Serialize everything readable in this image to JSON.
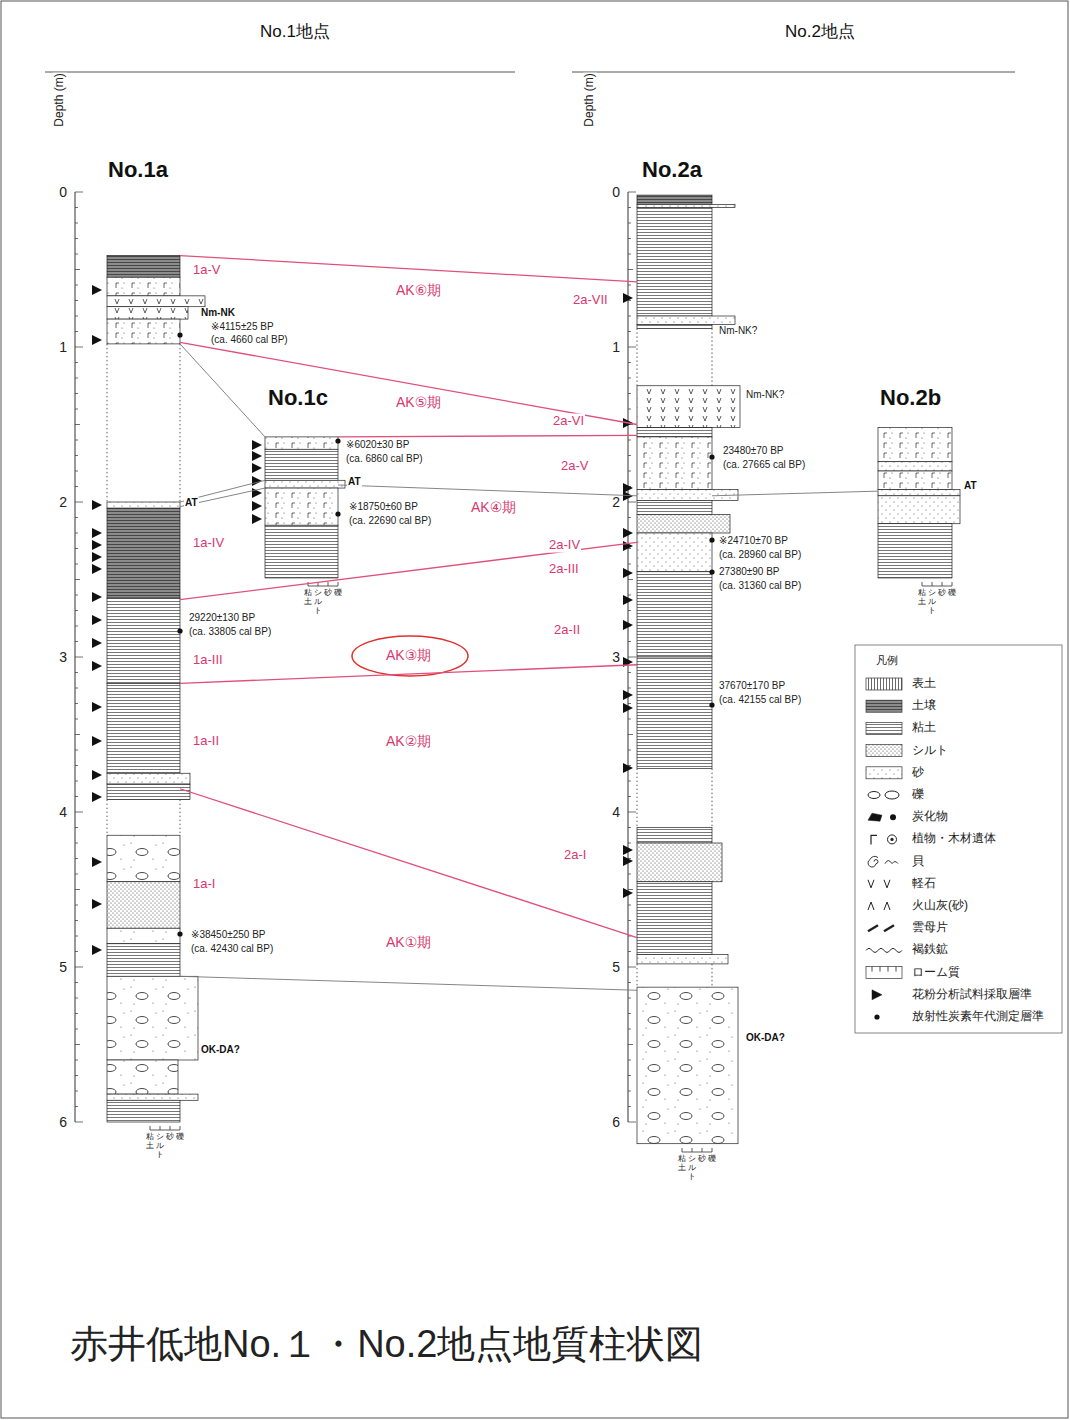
{
  "diagram": {
    "caption": "赤井低地No.１・No.2地点地質柱状図",
    "nodes": [
      {
        "text": [
          "No.1a"
        ]
      },
      {
        "text": [
          "No.1c"
        ]
      },
      {
        "text": [
          "No.2a"
        ]
      },
      {
        "text": [
          "No.2b"
        ]
      }
    ],
    "edges": [
      {
        "from": 0,
        "to": 2,
        "arrow": "none"
      },
      {
        "from": 0,
        "to": 2,
        "arrow": "none"
      },
      {
        "from": 1,
        "to": 2,
        "arrow": "none"
      },
      {
        "from": 0,
        "to": 2,
        "arrow": "none"
      },
      {
        "from": 0,
        "to": 2,
        "arrow": "none"
      },
      {
        "from": 0,
        "to": 2,
        "arrow": "none"
      },
      {
        "from": 0,
        "to": 2,
        "arrow": "none"
      },
      {
        "from": 0,
        "to": 1,
        "arrow": "none"
      },
      {
        "from": 0,
        "to": 1,
        "arrow": "none"
      },
      {
        "from": 0,
        "to": 1,
        "arrow": "none"
      },
      {
        "from": 1,
        "to": 2,
        "arrow": "none"
      },
      {
        "from": 2,
        "to": 3,
        "arrow": "none"
      }
    ],
    "labels": [
      "No.1地点",
      "No.2地点",
      "Depth (m)",
      "Depth (m)",
      "0",
      "1",
      "2",
      "3",
      "4",
      "5",
      "6",
      "0",
      "1",
      "2",
      "3",
      "4",
      "5",
      "6",
      "1a-V",
      "AK⑥期",
      "2a-VII",
      "Nm-NK",
      "※4115±25 BP",
      "(ca. 4660 cal BP)",
      "Nm-NK?",
      "Nm-NK?",
      "AK⑤期",
      "2a-VI",
      "※6020±30 BP",
      "(ca. 6860 cal BP)",
      "23480±70 BP",
      "(ca. 27665 cal BP)",
      "2a-V",
      "AT",
      "AT",
      "AT",
      "AK④期",
      "※18750±60 BP",
      "(ca. 22690 cal BP)",
      "※24710±70 BP",
      "(ca. 28960 cal BP)",
      "1a-IV",
      "2a-IV",
      "2a-III",
      "27380±90 BP",
      "(ca. 31360 cal BP)",
      "29220±130 BP",
      "(ca. 33805 cal BP)",
      "2a-II",
      "AK③期",
      "1a-III",
      "37670±170 BP",
      "(ca. 42155 cal BP)",
      "1a-II",
      "AK②期",
      "2a-I",
      "OK-DA?",
      "1a-I",
      "※38450±250 BP",
      "(ca. 42430 cal BP)",
      "AK①期",
      "OK-DA?",
      "凡例",
      "粘土",
      "シルト",
      "砂",
      "礫",
      "粘土",
      "シルト",
      "砂",
      "礫",
      "粘土",
      "シルト",
      "砂",
      "礫",
      "粘土",
      "シルト",
      "砂",
      "礫"
    ],
    "legend": [
      {
        "text": "表土"
      },
      {
        "text": "土壌"
      },
      {
        "text": "粘土"
      },
      {
        "text": "シルト"
      },
      {
        "text": "砂"
      },
      {
        "text": "礫"
      },
      {
        "text": "炭化物"
      },
      {
        "text": "植物・木材遺体"
      },
      {
        "text": "貝"
      },
      {
        "text": "軽石"
      },
      {
        "text": "火山灰(砂)"
      },
      {
        "text": "雲母片"
      },
      {
        "text": "褐鉄鉱"
      },
      {
        "text": "ローム質"
      },
      {
        "text": "花粉分析試料採取層準"
      },
      {
        "text": "放射性炭素年代測定層準"
      }
    ]
  }
}
